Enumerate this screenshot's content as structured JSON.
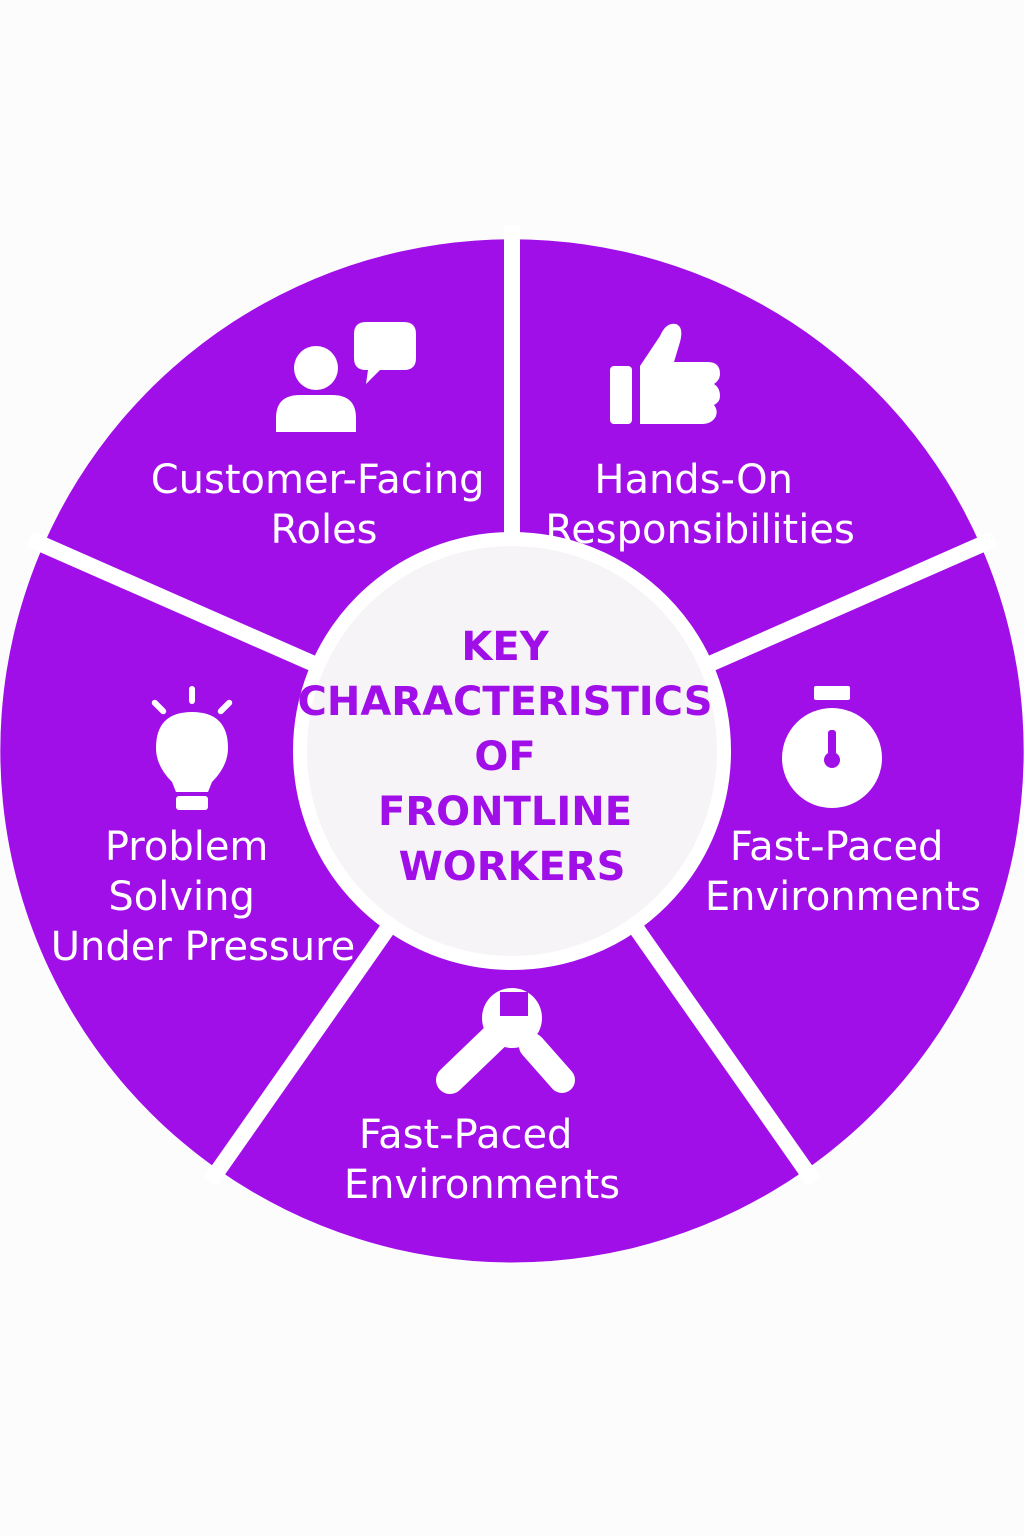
{
  "colors": {
    "segment_fill": "#a00ee8",
    "center_fill": "#f7f4f8",
    "center_text": "#a00ee8",
    "gap": "#ffffff",
    "icon": "#ffffff"
  },
  "center": {
    "lines": [
      "KEY",
      "CHARACTERISTICS",
      "OF",
      "FRONTLINE",
      "WORKERS"
    ]
  },
  "segments": [
    {
      "id": "customer-facing",
      "icon": "person-speech-bubble-icon",
      "label_lines": [
        "Customer-Facing",
        "Roles"
      ]
    },
    {
      "id": "hands-on",
      "icon": "thumbs-up-icon",
      "label_lines": [
        "Hands-On",
        "Responsibilities"
      ]
    },
    {
      "id": "fast-paced-right",
      "icon": "stopwatch-icon",
      "label_lines": [
        "Fast-Paced",
        "Environments"
      ]
    },
    {
      "id": "fast-paced-bottom",
      "icon": "wrench-icon",
      "label_lines": [
        "Fast-Paced",
        "Environments"
      ]
    },
    {
      "id": "problem-solving",
      "icon": "lightbulb-icon",
      "label_lines": [
        "Problem",
        "Solving",
        "Under Pressure"
      ]
    }
  ]
}
